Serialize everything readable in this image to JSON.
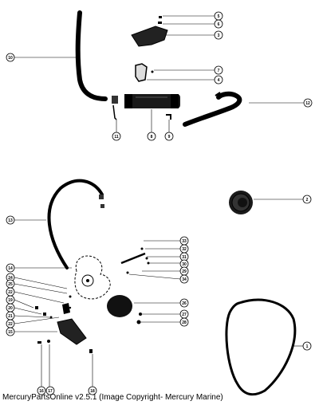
{
  "diagram": {
    "callouts_upper": [
      "5",
      "6",
      "3",
      "7",
      "4",
      "10",
      "12",
      "11",
      "8",
      "9"
    ],
    "callouts_right": [
      "2",
      "1"
    ],
    "callouts_left": [
      "13",
      "14",
      "24",
      "25",
      "22",
      "19",
      "20",
      "21",
      "22",
      "15",
      "16",
      "17",
      "18"
    ],
    "callouts_right_group": [
      "33",
      "32",
      "31",
      "30",
      "29",
      "34",
      "26",
      "27",
      "28"
    ]
  },
  "footer": {
    "text": "MercuryPartsOnline v2.5.1 (Image Copyright- Mercury Marine)"
  }
}
